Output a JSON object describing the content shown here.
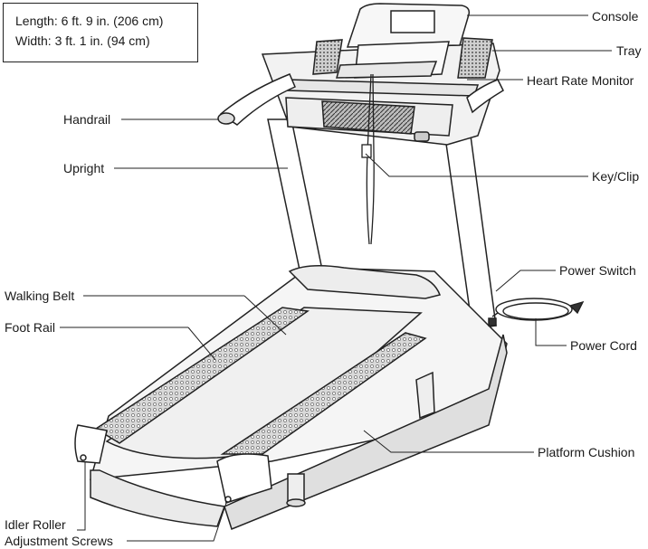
{
  "specs": {
    "length": "Length: 6 ft. 9 in. (206 cm)",
    "width": "Width:  3 ft. 1 in. (94 cm)"
  },
  "labels": {
    "console": "Console",
    "tray": "Tray",
    "heart_rate_monitor": "Heart Rate Monitor",
    "handrail": "Handrail",
    "upright": "Upright",
    "key_clip": "Key/Clip",
    "power_switch": "Power Switch",
    "walking_belt": "Walking Belt",
    "foot_rail": "Foot Rail",
    "power_cord": "Power Cord",
    "platform_cushion": "Platform Cushion",
    "idler_roller_line1": "Idler Roller",
    "idler_roller_line2": "Adjustment Screws"
  }
}
